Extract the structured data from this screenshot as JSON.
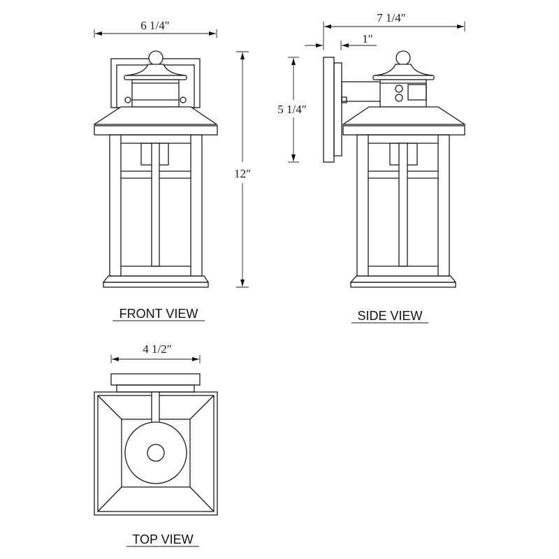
{
  "front_view": {
    "label": "FRONT VIEW",
    "width_dim": "6 1/4″",
    "height_dim": "12″"
  },
  "side_view": {
    "label": "SIDE VIEW",
    "depth_dim": "7 1/4″",
    "wall_offset_dim": "1″",
    "backplate_height_dim": "5 1/4″"
  },
  "top_view": {
    "label": "TOP VIEW",
    "backplate_width_dim": "4 1/2″"
  },
  "colors": {
    "line": "#1a1a1a",
    "background": "#ffffff"
  }
}
